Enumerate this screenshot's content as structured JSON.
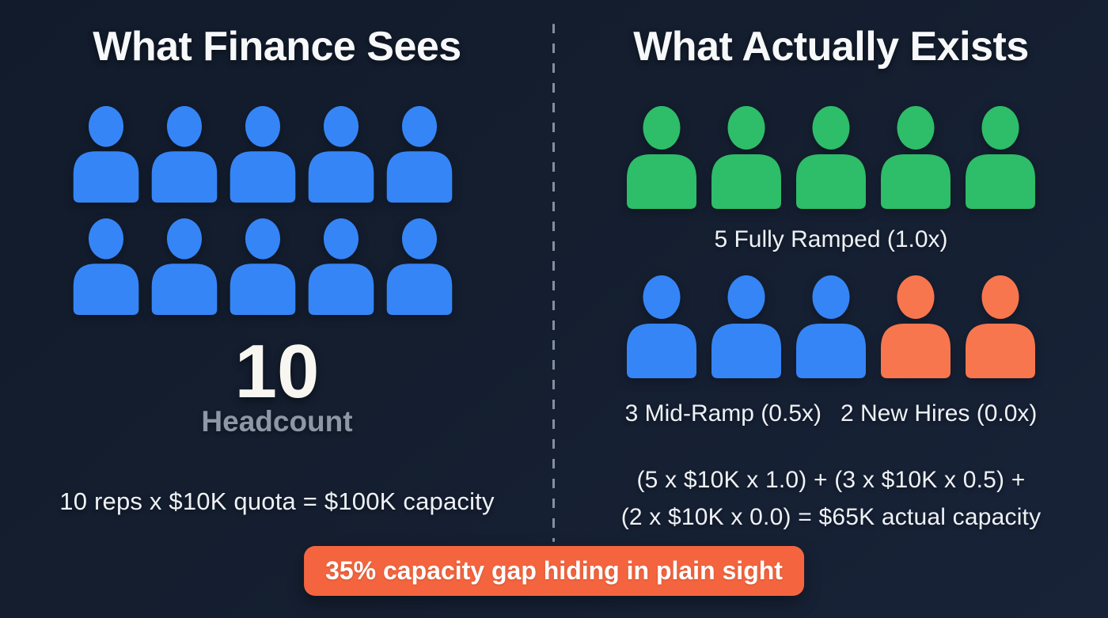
{
  "finance": {
    "title": "What Finance Sees",
    "rep_count": 10,
    "headcount_value": "10",
    "headcount_label": "Headcount",
    "formula": "10 reps x $10K quota = $100K capacity"
  },
  "actual": {
    "title": "What Actually Exists",
    "groups": [
      {
        "type": "fully-ramped",
        "count": 5,
        "multiplier": "1.0x",
        "label": "5 Fully Ramped (1.0x)",
        "color": "#2EBD68"
      },
      {
        "type": "mid-ramp",
        "count": 3,
        "multiplier": "0.5x",
        "label": "3 Mid-Ramp (0.5x)",
        "color": "#3585F7"
      },
      {
        "type": "new-hires",
        "count": 2,
        "multiplier": "0.0x",
        "label": "2 New Hires (0.0x)",
        "color": "#F8764E"
      }
    ],
    "formula_line1": "(5 x $10K x 1.0) + (3 x $10K x 0.5) +",
    "formula_line2": "(2 x $10K x 0.0) = $65K actual capacity"
  },
  "banner": {
    "text": "35% capacity gap hiding in plain sight"
  },
  "colors": {
    "background_top": "#111b2b",
    "background_bottom": "#182338",
    "finance_blue": "#3585F7",
    "ramped_green": "#2EBD68",
    "new_hire_orange": "#F8764E",
    "banner_orange": "#F4653F",
    "muted_label_gray": "#8C97A7",
    "divider_gray": "#96A3B7",
    "text_white": "#F7F8FA"
  }
}
